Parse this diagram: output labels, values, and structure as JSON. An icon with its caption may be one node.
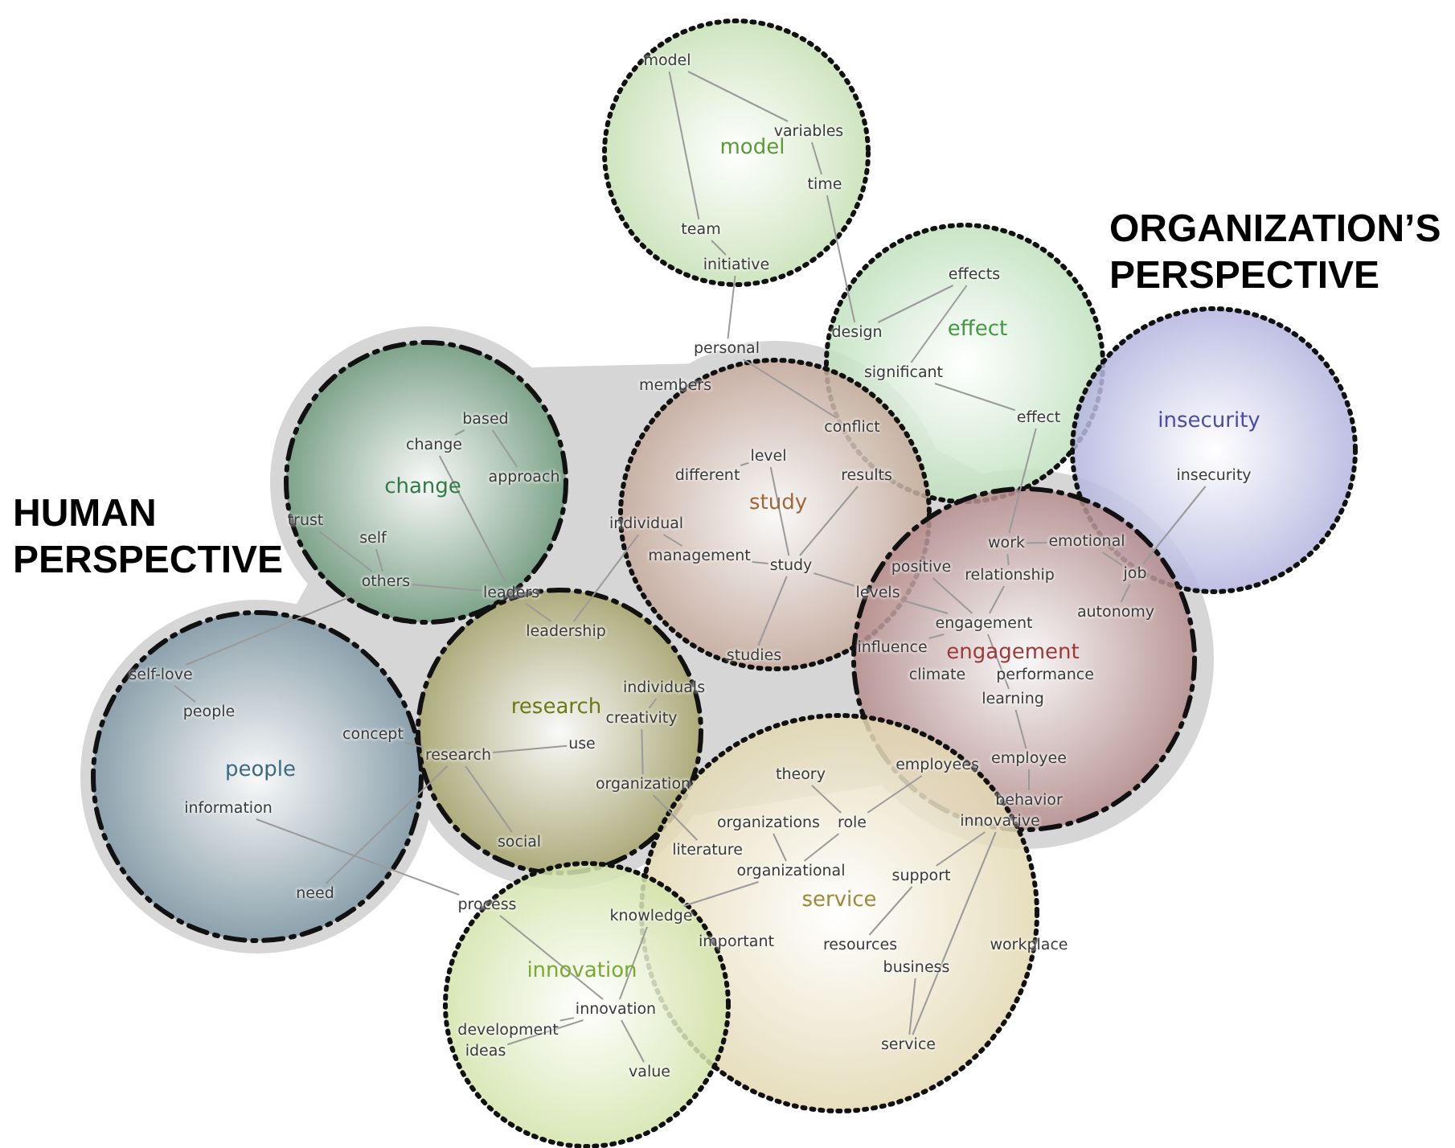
{
  "diagram": {
    "nodes": [
      {
        "text": [
          "model"
        ]
      },
      {
        "text": [
          "model"
        ],
        "in": 0
      },
      {
        "text": [
          "variables"
        ],
        "in": 0
      },
      {
        "text": [
          "time"
        ],
        "in": 0
      },
      {
        "text": [
          "team"
        ],
        "in": 0
      },
      {
        "text": [
          "initiative"
        ],
        "in": 0
      },
      {
        "text": [
          "effect"
        ]
      },
      {
        "text": [
          "effects"
        ],
        "in": 6
      },
      {
        "text": [
          "design"
        ],
        "in": 6
      },
      {
        "text": [
          "significant"
        ],
        "in": 6
      },
      {
        "text": [
          "effect"
        ],
        "in": 6
      },
      {
        "text": [
          "insecurity"
        ]
      },
      {
        "text": [
          "insecurity"
        ],
        "in": 11
      },
      {
        "text": [
          "change"
        ]
      },
      {
        "text": [
          "based"
        ],
        "in": 13
      },
      {
        "text": [
          "change"
        ],
        "in": 13
      },
      {
        "text": [
          "approach"
        ],
        "in": 13
      },
      {
        "text": [
          "trust"
        ],
        "in": 13
      },
      {
        "text": [
          "self"
        ],
        "in": 13
      },
      {
        "text": [
          "others"
        ],
        "in": 13
      },
      {
        "text": [
          "leaders"
        ],
        "in": 13
      },
      {
        "text": [
          "leadership"
        ],
        "in": 56
      },
      {
        "text": [
          "study"
        ]
      },
      {
        "text": [
          "personal"
        ]
      },
      {
        "text": [
          "members"
        ]
      },
      {
        "text": [
          "conflict"
        ]
      },
      {
        "text": [
          "level"
        ],
        "in": 22
      },
      {
        "text": [
          "different"
        ],
        "in": 22
      },
      {
        "text": [
          "results"
        ],
        "in": 22
      },
      {
        "text": [
          "individual"
        ],
        "in": 22
      },
      {
        "text": [
          "management"
        ],
        "in": 22
      },
      {
        "text": [
          "study"
        ],
        "in": 22
      },
      {
        "text": [
          "studies"
        ],
        "in": 22
      },
      {
        "text": [
          "engagement"
        ]
      },
      {
        "text": [
          "work"
        ],
        "in": 33
      },
      {
        "text": [
          "emotional"
        ],
        "in": 33
      },
      {
        "text": [
          "job"
        ],
        "in": 33
      },
      {
        "text": [
          "positive"
        ],
        "in": 33
      },
      {
        "text": [
          "relationship"
        ],
        "in": 33
      },
      {
        "text": [
          "autonomy"
        ],
        "in": 33
      },
      {
        "text": [
          "levels"
        ]
      },
      {
        "text": [
          "engagement"
        ],
        "in": 33
      },
      {
        "text": [
          "influence"
        ],
        "in": 33
      },
      {
        "text": [
          "climate"
        ],
        "in": 33
      },
      {
        "text": [
          "performance"
        ],
        "in": 33
      },
      {
        "text": [
          "learning"
        ],
        "in": 33
      },
      {
        "text": [
          "employees"
        ]
      },
      {
        "text": [
          "employee"
        ],
        "in": 33
      },
      {
        "text": [
          "behavior"
        ],
        "in": 33
      },
      {
        "text": [
          "innovative"
        ]
      },
      {
        "text": [
          "people"
        ]
      },
      {
        "text": [
          "self-love"
        ],
        "in": 50
      },
      {
        "text": [
          "people"
        ],
        "in": 50
      },
      {
        "text": [
          "concept"
        ],
        "in": 50
      },
      {
        "text": [
          "information"
        ],
        "in": 50
      },
      {
        "text": [
          "need"
        ],
        "in": 50
      },
      {
        "text": [
          "research"
        ]
      },
      {
        "text": [
          "individuals"
        ],
        "in": 56
      },
      {
        "text": [
          "use"
        ],
        "in": 56
      },
      {
        "text": [
          "creativity"
        ],
        "in": 56
      },
      {
        "text": [
          "research"
        ],
        "in": 56
      },
      {
        "text": [
          "organization"
        ],
        "in": 56
      },
      {
        "text": [
          "social"
        ],
        "in": 56
      },
      {
        "text": [
          "service"
        ]
      },
      {
        "text": [
          "theory"
        ],
        "in": 63
      },
      {
        "text": [
          "organizations"
        ],
        "in": 63
      },
      {
        "text": [
          "role"
        ],
        "in": 63
      },
      {
        "text": [
          "literature"
        ],
        "in": 63
      },
      {
        "text": [
          "organizational"
        ],
        "in": 63
      },
      {
        "text": [
          "support"
        ],
        "in": 63
      },
      {
        "text": [
          "important"
        ],
        "in": 63
      },
      {
        "text": [
          "knowledge"
        ],
        "in": 76
      },
      {
        "text": [
          "resources"
        ],
        "in": 63
      },
      {
        "text": [
          "business"
        ],
        "in": 63
      },
      {
        "text": [
          "workplace"
        ],
        "in": 63
      },
      {
        "text": [
          "service"
        ],
        "in": 63
      },
      {
        "text": [
          "innovation"
        ]
      },
      {
        "text": [
          "process"
        ],
        "in": 76
      },
      {
        "text": [
          "development"
        ],
        "in": 76
      },
      {
        "text": [
          "innovation"
        ],
        "in": 76
      },
      {
        "text": [
          "ideas"
        ],
        "in": 76
      },
      {
        "text": [
          "value"
        ],
        "in": 76
      }
    ],
    "edges": [
      {
        "from": 1,
        "to": 2,
        "arrow": "none"
      },
      {
        "from": 2,
        "to": 3,
        "arrow": "none"
      },
      {
        "from": 3,
        "to": 8,
        "arrow": "none"
      },
      {
        "from": 1,
        "to": 4,
        "arrow": "none"
      },
      {
        "from": 4,
        "to": 5,
        "arrow": "none"
      },
      {
        "from": 5,
        "to": 23,
        "arrow": "none"
      },
      {
        "from": 8,
        "to": 7,
        "arrow": "none"
      },
      {
        "from": 7,
        "to": 9,
        "arrow": "none"
      },
      {
        "from": 9,
        "to": 10,
        "arrow": "none"
      },
      {
        "from": 10,
        "to": 34,
        "arrow": "none"
      },
      {
        "from": 12,
        "to": 36,
        "arrow": "none"
      },
      {
        "from": 23,
        "to": 25,
        "arrow": "none"
      },
      {
        "from": 26,
        "to": 27,
        "arrow": "none"
      },
      {
        "from": 26,
        "to": 31,
        "arrow": "none"
      },
      {
        "from": 28,
        "to": 31,
        "arrow": "none"
      },
      {
        "from": 31,
        "to": 32,
        "arrow": "none"
      },
      {
        "from": 31,
        "to": 30,
        "arrow": "none"
      },
      {
        "from": 30,
        "to": 29,
        "arrow": "none"
      },
      {
        "from": 29,
        "to": 21,
        "arrow": "none"
      },
      {
        "from": 31,
        "to": 40,
        "arrow": "none"
      },
      {
        "from": 40,
        "to": 41,
        "arrow": "none"
      },
      {
        "from": 14,
        "to": 15,
        "arrow": "none"
      },
      {
        "from": 14,
        "to": 16,
        "arrow": "none"
      },
      {
        "from": 15,
        "to": 20,
        "arrow": "none"
      },
      {
        "from": 17,
        "to": 19,
        "arrow": "none"
      },
      {
        "from": 18,
        "to": 19,
        "arrow": "none"
      },
      {
        "from": 19,
        "to": 20,
        "arrow": "none"
      },
      {
        "from": 19,
        "to": 51,
        "arrow": "none"
      },
      {
        "from": 20,
        "to": 21,
        "arrow": "none"
      },
      {
        "from": 34,
        "to": 38,
        "arrow": "none"
      },
      {
        "from": 34,
        "to": 35,
        "arrow": "none"
      },
      {
        "from": 35,
        "to": 36,
        "arrow": "none"
      },
      {
        "from": 36,
        "to": 39,
        "arrow": "none"
      },
      {
        "from": 38,
        "to": 41,
        "arrow": "none"
      },
      {
        "from": 37,
        "to": 41,
        "arrow": "none"
      },
      {
        "from": 42,
        "to": 41,
        "arrow": "none"
      },
      {
        "from": 41,
        "to": 45,
        "arrow": "none"
      },
      {
        "from": 45,
        "to": 47,
        "arrow": "none"
      },
      {
        "from": 47,
        "to": 48,
        "arrow": "none"
      },
      {
        "from": 46,
        "to": 66,
        "arrow": "none"
      },
      {
        "from": 49,
        "to": 69,
        "arrow": "none"
      },
      {
        "from": 49,
        "to": 75,
        "arrow": "none"
      },
      {
        "from": 51,
        "to": 52,
        "arrow": "none"
      },
      {
        "from": 53,
        "to": 60,
        "arrow": "none"
      },
      {
        "from": 54,
        "to": 77,
        "arrow": "none"
      },
      {
        "from": 55,
        "to": 60,
        "arrow": "none"
      },
      {
        "from": 60,
        "to": 58,
        "arrow": "none"
      },
      {
        "from": 60,
        "to": 62,
        "arrow": "none"
      },
      {
        "from": 57,
        "to": 59,
        "arrow": "none"
      },
      {
        "from": 59,
        "to": 61,
        "arrow": "none"
      },
      {
        "from": 61,
        "to": 67,
        "arrow": "none"
      },
      {
        "from": 64,
        "to": 66,
        "arrow": "none"
      },
      {
        "from": 66,
        "to": 68,
        "arrow": "none"
      },
      {
        "from": 65,
        "to": 68,
        "arrow": "none"
      },
      {
        "from": 68,
        "to": 71,
        "arrow": "none"
      },
      {
        "from": 71,
        "to": 79,
        "arrow": "none"
      },
      {
        "from": 69,
        "to": 72,
        "arrow": "none"
      },
      {
        "from": 73,
        "to": 75,
        "arrow": "none"
      },
      {
        "from": 77,
        "to": 79,
        "arrow": "none"
      },
      {
        "from": 78,
        "to": 79,
        "arrow": "none"
      },
      {
        "from": 80,
        "to": 79,
        "arrow": "none"
      },
      {
        "from": 81,
        "to": 79,
        "arrow": "none"
      }
    ],
    "labels": [
      "ORGANIZATION’S PERSPECTIVE",
      "HUMAN PERSPECTIVE"
    ]
  }
}
